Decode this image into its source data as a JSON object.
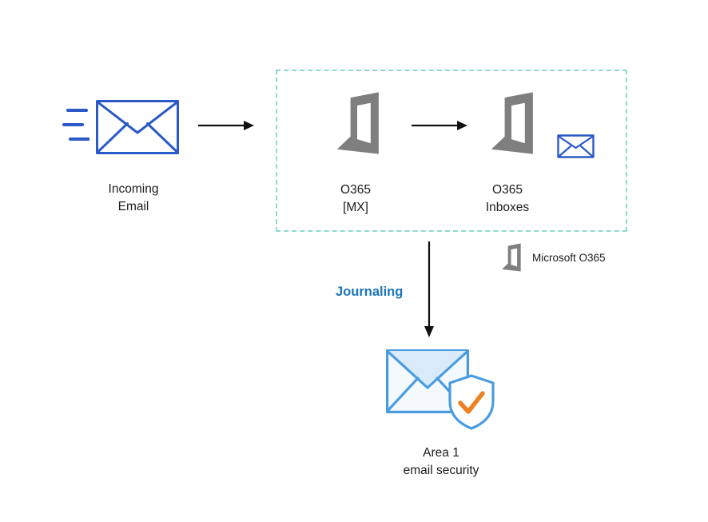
{
  "diagram": {
    "nodes": {
      "incoming_email": {
        "label": "Incoming\nEmail"
      },
      "o365_mx": {
        "label": "O365\n[MX]"
      },
      "o365_inboxes": {
        "label": "O365\nInboxes"
      },
      "area1": {
        "label": "Area 1\nemail security"
      }
    },
    "edges": {
      "journaling_label": "Journaling"
    },
    "legend": {
      "label": "Microsoft O365"
    },
    "icons": [
      "speed-lines-icon",
      "incoming-email-envelope-icon",
      "office365-mx-icon",
      "office365-inboxes-icon",
      "inbox-envelope-icon",
      "office365-legend-icon",
      "area1-envelope-icon",
      "area1-shield-icon",
      "check-icon"
    ]
  },
  "colors": {
    "envelope_blue": "#2b59c8",
    "dashed_border": "#8fdacd",
    "office_gray": "#7f7f7f",
    "journaling_blue": "#1c75bb",
    "area1_blue": "#4a9ce0",
    "area1_fill": "#d9ebfa",
    "check_orange": "#ef8122",
    "arrow_black": "#111111",
    "text_dark": "#1c1c1c"
  }
}
